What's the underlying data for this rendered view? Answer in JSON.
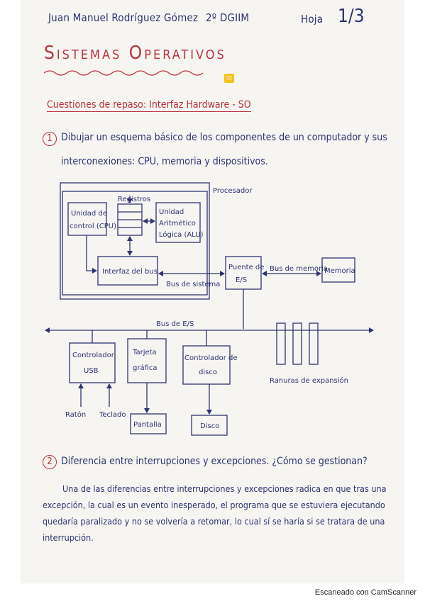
{
  "header": {
    "name": "Juan Manuel Rodríguez Gómez",
    "course": "2º DGIIM",
    "sheet_label": "Hoja",
    "sheet_number": "1/3"
  },
  "title": "Sistemas Operativos",
  "subtitle": "Cuestiones de repaso: Interfaz Hardware - SO",
  "questions": [
    {
      "number": "1",
      "text_line1": "Dibujar un esquema básico de los componentes de un computador y sus",
      "text_line2": "interconexiones: CPU, memoria y dispositivos."
    },
    {
      "number": "2",
      "text": "Diferencia entre interrupciones y excepciones. ¿Cómo se gestionan?"
    }
  ],
  "diagram": {
    "processor_label": "Procesador",
    "registers": "Registros",
    "control_unit_line1": "Unidad de",
    "control_unit_line2": "control (CPU)",
    "alu_line1": "Unidad",
    "alu_line2": "Aritmético",
    "alu_line3": "Lógica (ALU)",
    "bus_interface": "Interfaz del bus",
    "system_bus": "Bus de sistema",
    "io_bridge_line1": "Puente de",
    "io_bridge_line2": "E/S",
    "memory_bus": "Bus de memoria",
    "memory": "Memoria",
    "io_bus": "Bus de E/S",
    "usb_controller_line1": "Controlador",
    "usb_controller_line2": "USB",
    "graphics_card_line1": "Tarjeta",
    "graphics_card_line2": "gráfica",
    "disk_controller_line1": "Controlador de",
    "disk_controller_line2": "disco",
    "expansion_slots": "Ranuras de expansión",
    "mouse": "Ratón",
    "keyboard": "Teclado",
    "screen": "Pantalla",
    "disk": "Disco"
  },
  "answer_2": "Una de las diferencias entre interrupciones y excepciones radica en que tras una excepción, la cual es un evento inesperado, el programa que se estuviera ejecutando quedaría paralizado y no se volvería a retomar, lo cual sí se haría si se tratara de una interrupción.",
  "footer": "Escaneado con CamScanner",
  "colors": {
    "ink_blue": "#2e3470",
    "ink_red": "#b9323a",
    "paper": "#f6f5f2",
    "note_icon": "#f2c21b"
  }
}
